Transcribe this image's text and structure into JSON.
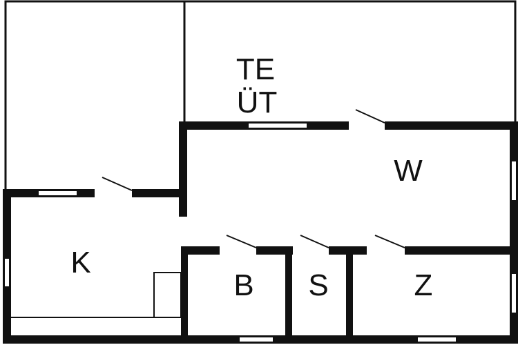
{
  "plan": {
    "colors": {
      "background": "#ffffff",
      "wall": "#111111",
      "opening": "#ffffff"
    },
    "rooms": {
      "terrace": {
        "line1": "TE",
        "line2": "ÜT"
      },
      "living": {
        "label": "W"
      },
      "kitchen": {
        "label": "K"
      },
      "bathroom": {
        "label": "B"
      },
      "storage": {
        "label": "S"
      },
      "bedroom": {
        "label": "Z"
      }
    }
  }
}
